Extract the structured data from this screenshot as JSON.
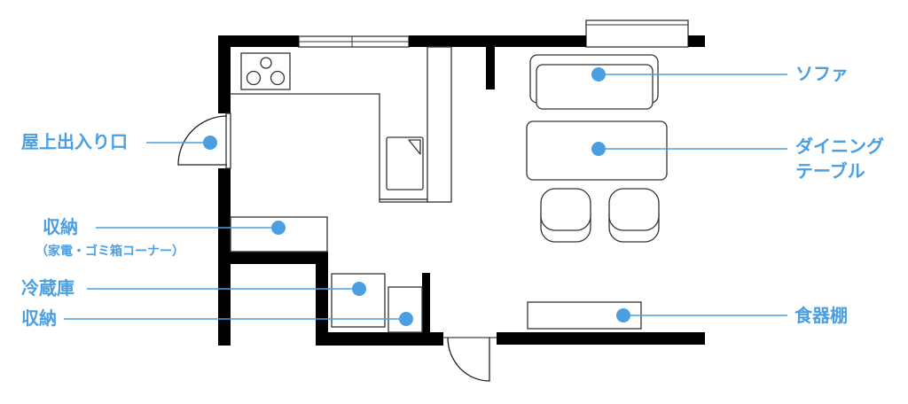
{
  "labels": {
    "sofa": "ソファ",
    "dining_line1": "ダイニング",
    "dining_line2": "テーブル",
    "dish_shelf": "食器棚",
    "rooftop_entrance": "屋上出入り口",
    "storage_upper": "収納",
    "storage_upper_note": "（家電・ゴミ箱コーナー）",
    "refrigerator": "冷蔵庫",
    "storage_lower": "収納"
  },
  "colors": {
    "accent": "#4a9fe2",
    "wall": "#000000"
  }
}
